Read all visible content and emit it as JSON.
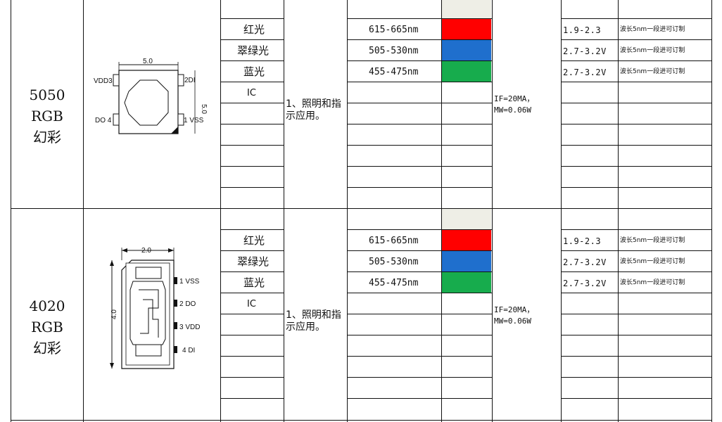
{
  "colors": {
    "red": "#ff0000",
    "blue": "#1f6fcd",
    "green": "#17ac4d",
    "white_led": "#eeeee6",
    "grid": "#111111"
  },
  "sections": [
    {
      "model": "5050 RGB\n幻彩",
      "application": "1、照明和指示应用。",
      "spec": "IF=20MA，\nMW=0.06W",
      "rows": [
        {
          "color": "红光",
          "wavelength": "615-665nm",
          "voltage": "1.9-2.3",
          "note": "波长5nm一段进可订制"
        },
        {
          "color": "翠绿光",
          "wavelength": "505-530nm",
          "voltage": "2.7-3.2V",
          "note": "波长5nm一段进可订制"
        },
        {
          "color": "蓝光",
          "wavelength": "455-475nm",
          "voltage": "2.7-3.2V",
          "note": "波长5nm一段进可订制"
        },
        {
          "color": "IC",
          "wavelength": "",
          "voltage": "",
          "note": ""
        }
      ],
      "diagram": {
        "width_label": "5.0",
        "height_label": "5.0",
        "pins": [
          "VDD3",
          "2DI",
          "DO 4",
          "1 VSS"
        ]
      }
    },
    {
      "model": "4020 RGB\n幻彩",
      "application": "1、照明和指示应用。",
      "spec": "IF=20MA，\nMW=0.06W",
      "rows": [
        {
          "color": "红光",
          "wavelength": "615-665nm",
          "voltage": "1.9-2.3",
          "note": "波长5nm一段进可订制"
        },
        {
          "color": "翠绿光",
          "wavelength": "505-530nm",
          "voltage": "2.7-3.2V",
          "note": "波长5nm一段进可订制"
        },
        {
          "color": "蓝光",
          "wavelength": "455-475nm",
          "voltage": "2.7-3.2V",
          "note": "波长5nm一段进可订制"
        },
        {
          "color": "IC",
          "wavelength": "",
          "voltage": "",
          "note": ""
        }
      ],
      "diagram": {
        "width_label": "2.0",
        "height_label": "4.0",
        "pins": [
          "1 VSS",
          "2 DO",
          "3 VDD",
          "4 DI"
        ]
      }
    }
  ]
}
